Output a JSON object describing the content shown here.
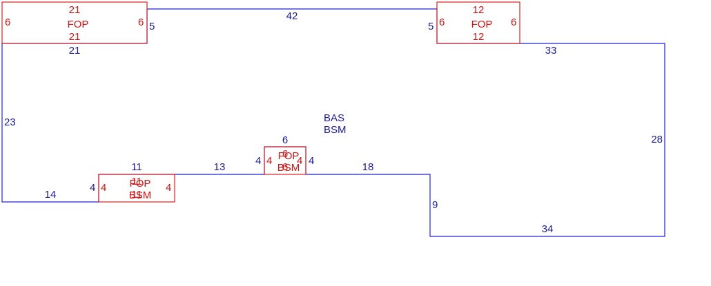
{
  "colors": {
    "outline": "#2222dd",
    "outline_text": "#1a1aaa",
    "feature": "#dd2222",
    "feature_text": "#dd1111"
  },
  "center_label": {
    "line1": "BAS",
    "line2": "BSM"
  },
  "outline_dims": {
    "top": "42",
    "top_left_drop": "5",
    "top_right_drop": "5",
    "left_top_edge": "21",
    "right_top_edge": "33",
    "left_side": "23",
    "right_side": "28",
    "bottom_left": "14",
    "step_left": "4",
    "step_left_top": "11",
    "mid_left": "13",
    "notch_left": "4",
    "notch_top": "6",
    "notch_right": "4",
    "mid_right": "18",
    "right_drop": "9",
    "bottom_right": "34"
  },
  "features": {
    "fop_top_left": {
      "name": "FOP",
      "top": "21",
      "bottom": "21",
      "left": "6",
      "right": "6"
    },
    "fop_top_right": {
      "name": "FOP",
      "top": "12",
      "bottom": "12",
      "left": "6",
      "right": "6"
    },
    "fop_bsm_notch": {
      "name1": "FOP",
      "name2": "BSM",
      "top": "6",
      "inner": "6",
      "left": "4",
      "right": "4"
    },
    "fop_bsm_step": {
      "name1": "FOP",
      "name2": "BSM",
      "top": "11",
      "inner": "11",
      "left": "4",
      "right": "4"
    }
  }
}
